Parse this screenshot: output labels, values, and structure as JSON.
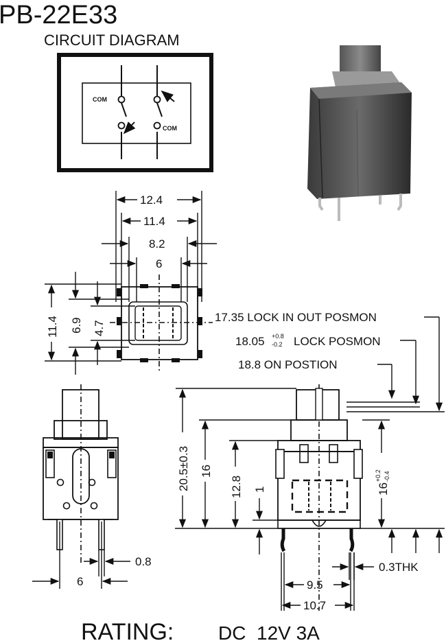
{
  "header": {
    "title": "PB-22E33",
    "subtitle": "CIRCUIT DIAGRAM"
  },
  "circuit": {
    "com_left": "COM",
    "com_right": "COM"
  },
  "top_view": {
    "dim_12_4": "12.4",
    "dim_11_4_w": "11.4",
    "dim_8_2": "8.2",
    "dim_6_top": "6",
    "dim_11_4_h": "11.4",
    "dim_6_9": "6.9",
    "dim_4_7": "4.7"
  },
  "positions": {
    "lock_in_out": "17.35 LOCK IN OUT POSMON",
    "lock_value": "18.05",
    "lock_tol_plus": "+0.8",
    "lock_tol_minus": "-0.2",
    "lock_label": "LOCK POSMON",
    "on_position": "18.8 ON POSTION"
  },
  "front_view": {
    "dim_0_8": "0.8",
    "dim_6_bottom": "6"
  },
  "side_view": {
    "dim_20_5": "20.5±0.3",
    "dim_16": "16",
    "dim_12_8": "12.8",
    "dim_1": "1",
    "dim_16_tol_value": "16",
    "dim_16_tol_plus": "+0.2",
    "dim_16_tol_minus": "-0.4",
    "dim_0_3": "0.3THK",
    "dim_9_5": "9.5",
    "dim_10_7": "10.7"
  },
  "rating": {
    "label": "RATING:",
    "value": "DC  12V 3A"
  }
}
